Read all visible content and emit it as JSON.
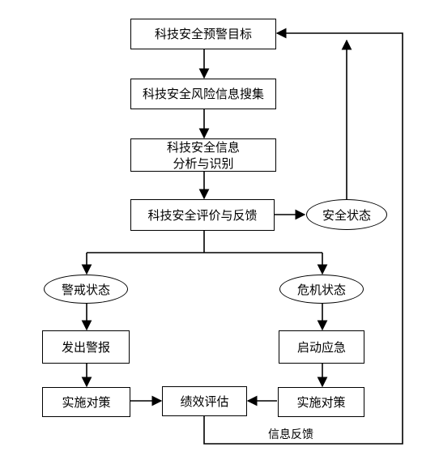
{
  "nodes": {
    "goal": "科技安全预警目标",
    "collect": "科技安全风险信息搜集",
    "analyze_line1": "科技安全信息",
    "analyze_line2": "分析与识别",
    "evaluate": "科技安全评价与反馈",
    "safe": "安全状态",
    "warning": "警戒状态",
    "crisis": "危机状态",
    "alarm": "发出警报",
    "emergency": "启动应急",
    "measures_left": "实施对策",
    "assessment": "绩效评估",
    "measures_right": "实施对策"
  },
  "edges": {
    "feedback_label": "信息反馈"
  }
}
